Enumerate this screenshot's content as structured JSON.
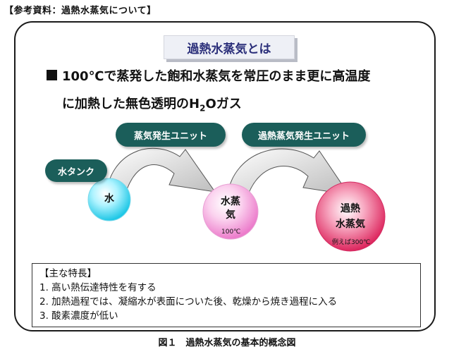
{
  "header": "【参考資料：過熱水蒸気について】",
  "title": "過熱水蒸気とは",
  "definition": {
    "line1": "100℃で蒸発した飽和水蒸気を常圧のまま更に高温度",
    "line2_before": "に加熱した無色透明のH",
    "line2_sub": "2",
    "line2_after": "Oガス"
  },
  "units": {
    "tank": "水タンク",
    "steam_unit": "蒸気発生ユニット",
    "superheat_unit": "過熱蒸気発生ユニット"
  },
  "states": {
    "water": "水",
    "steam_line1": "水蒸",
    "steam_line2": "気",
    "steam_temp": "100℃",
    "superheated_line1": "過熱",
    "superheated_line2": "水蒸気",
    "superheated_temp": "例えば300℃"
  },
  "features": {
    "heading": "【主な特長】",
    "items": [
      "1. 高い熱伝達特性を有する",
      "2. 加熱過程では、凝縮水が表面についた後、乾燥から焼き過程に入る",
      "3. 酸素濃度が低い"
    ]
  },
  "caption": "図１　過熱水蒸気の基本的概念図",
  "colors": {
    "pill": "#1b5e5a",
    "water_circle": "#3fd4ee",
    "steam_circle": "#f6a6dc",
    "superheated_circle": "#e5326c"
  }
}
